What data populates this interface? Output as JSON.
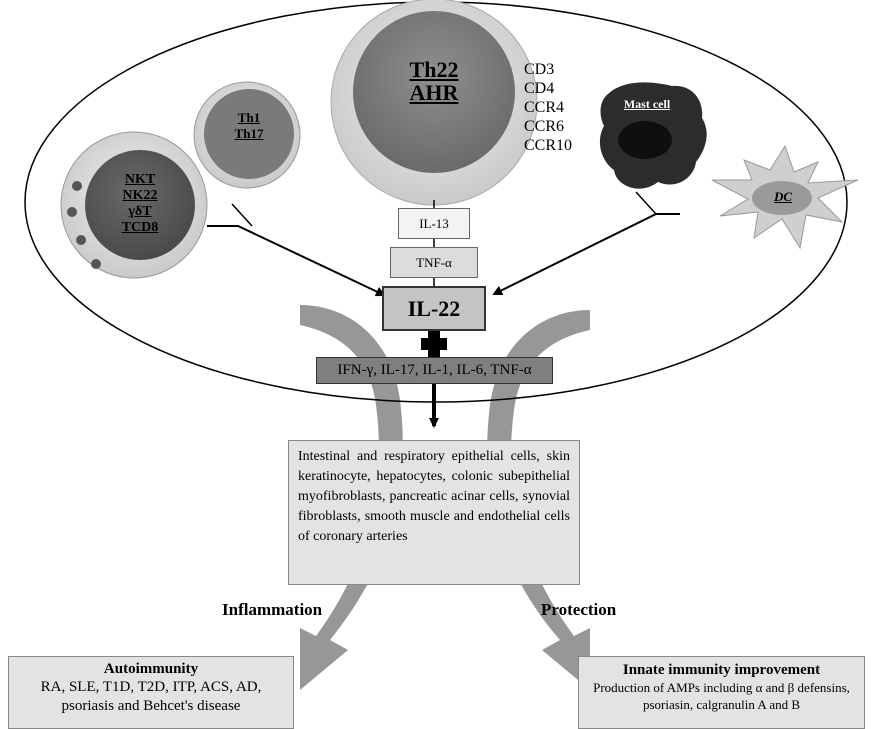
{
  "cells": {
    "th22": [
      "Th22",
      "AHR"
    ],
    "th1": [
      "Th1",
      "Th17"
    ],
    "nkt": [
      "NKT",
      "NK22",
      "γδT",
      "TCD8"
    ],
    "mast": "Mast cell",
    "dc": "DC"
  },
  "markers": [
    "CD3",
    "CD4",
    "CCR4",
    "CCR6",
    "CCR10"
  ],
  "cytokines": {
    "il13": "IL-13",
    "tnf": "TNF-α",
    "il22": "IL-22",
    "combo": "IFN-γ, IL-17, IL-1, IL-6, TNF-α"
  },
  "targets": "Intestinal and respiratory epithelial cells, skin keratinocyte, hepatocytes, colonic subepithelial myofibroblasts, pancreatic acinar cells, synovial fibroblasts, smooth muscle and endothelial cells of coronary arteries",
  "branches": {
    "left": "Inflammation",
    "right": "Protection"
  },
  "outcomes": {
    "left_title": "Autoimmunity",
    "left_body": "RA, SLE, T1D, T2D, ITP, ACS, AD, psoriasis and Behcet's disease",
    "right_title": "Innate immunity improvement",
    "right_body": "Production of AMPs including α and β defensins, psoriasin, calgranulin A and B"
  },
  "colors": {
    "cell_fill": "#7a7a7a",
    "cell_dark": "#555555",
    "halo": "#d9d9d9",
    "box_fill": "#e3e3e3",
    "arrow_gray": "#8c8c8c"
  }
}
